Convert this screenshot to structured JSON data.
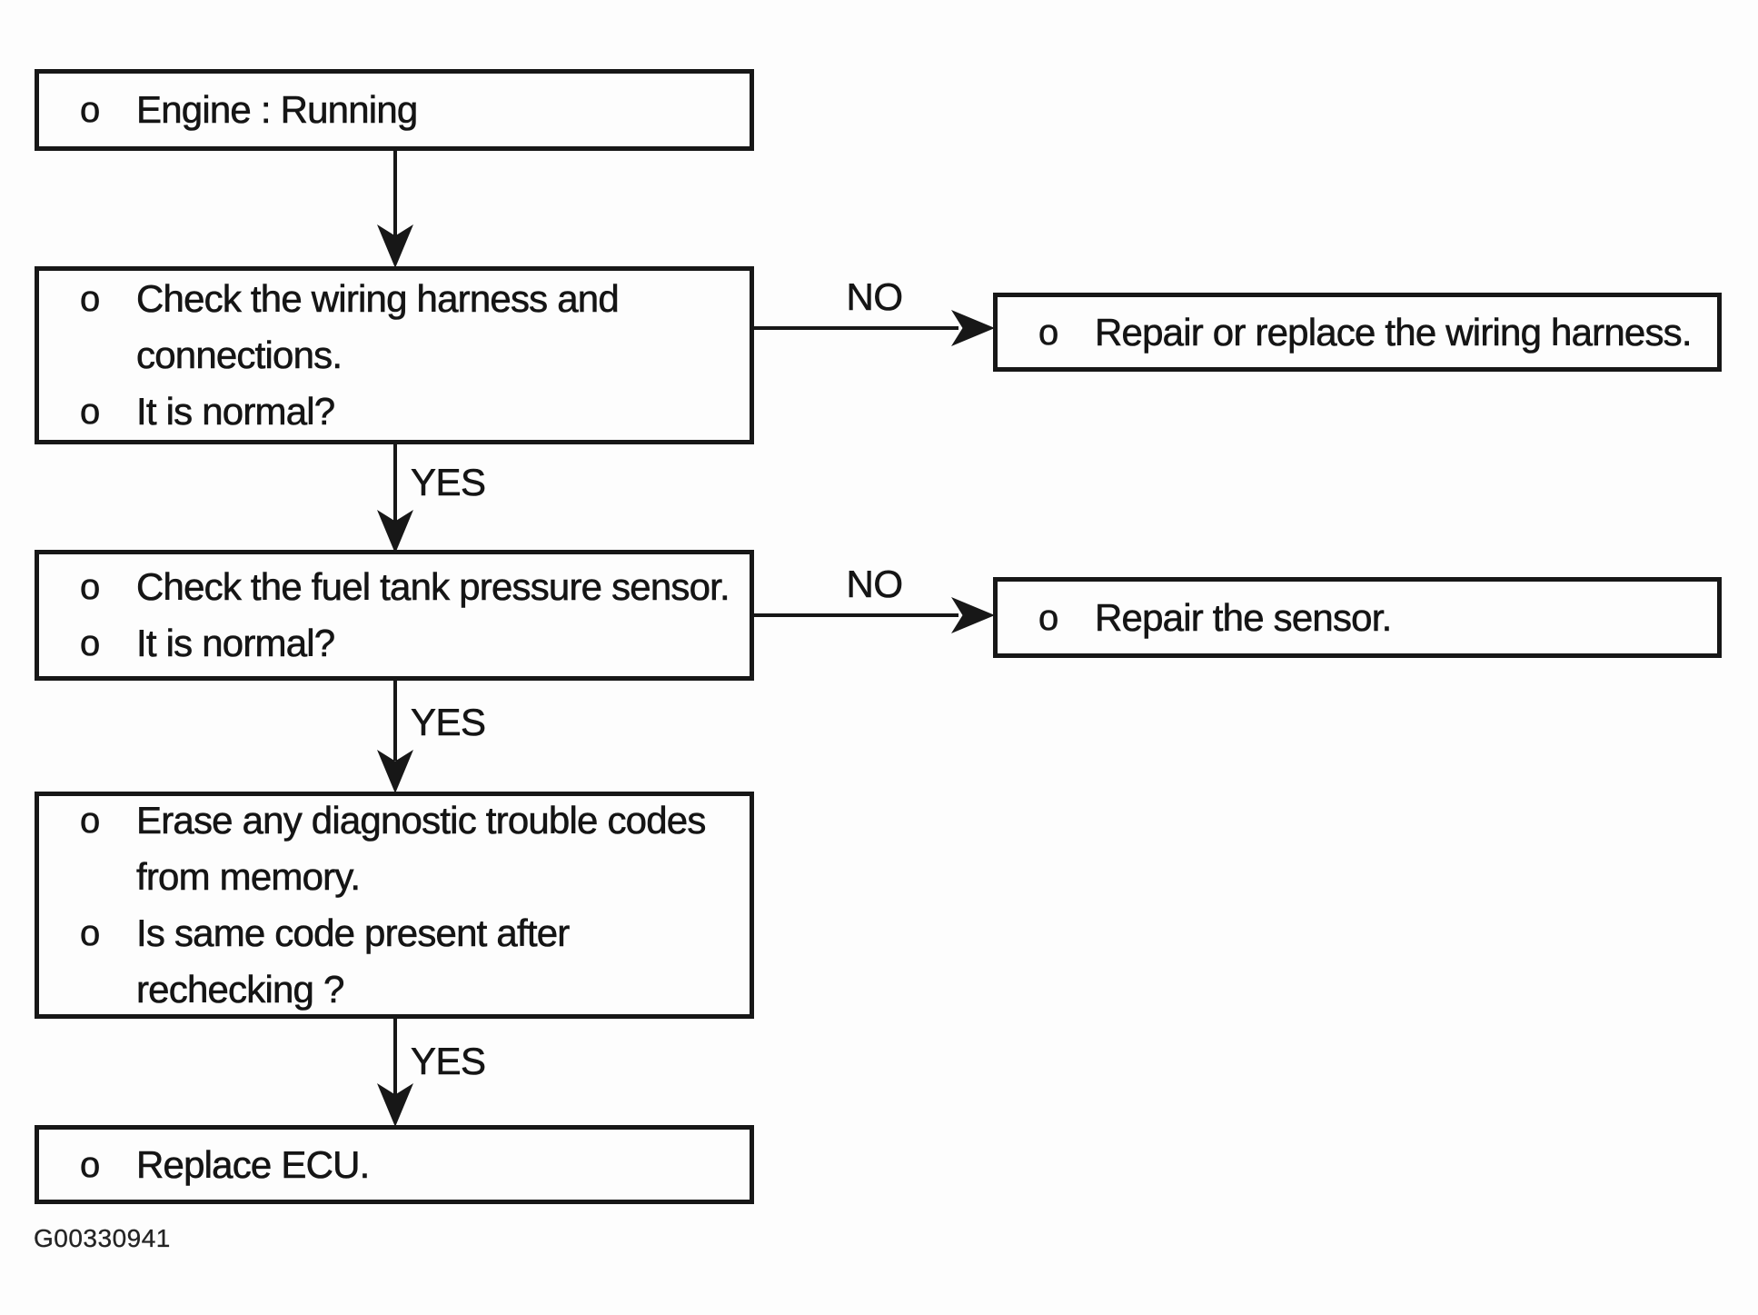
{
  "diagram": {
    "caption": "G00330941",
    "bullet": "o",
    "labels": {
      "yes": "YES",
      "no": "NO"
    },
    "colors": {
      "ink": "#171717",
      "paper": "#fdfdfd"
    },
    "nodes": {
      "engine": {
        "items": [
          {
            "lines": [
              "Engine : Running"
            ]
          }
        ]
      },
      "check_wiring": {
        "items": [
          {
            "lines": [
              "Check the wiring harness and",
              "connections."
            ]
          },
          {
            "lines": [
              "It is normal?"
            ]
          }
        ]
      },
      "repair_wiring": {
        "items": [
          {
            "lines": [
              "Repair or replace the wiring harness."
            ]
          }
        ]
      },
      "check_sensor": {
        "items": [
          {
            "lines": [
              "Check the fuel tank pressure sensor."
            ]
          },
          {
            "lines": [
              "It is normal?"
            ]
          }
        ]
      },
      "repair_sensor": {
        "items": [
          {
            "lines": [
              "Repair the sensor."
            ]
          }
        ]
      },
      "erase_codes": {
        "items": [
          {
            "lines": [
              "Erase any diagnostic trouble codes",
              "from memory."
            ]
          },
          {
            "lines": [
              "Is same code present after",
              "rechecking ?"
            ]
          }
        ]
      },
      "replace_ecu": {
        "items": [
          {
            "lines": [
              "Replace ECU."
            ]
          }
        ]
      }
    }
  }
}
